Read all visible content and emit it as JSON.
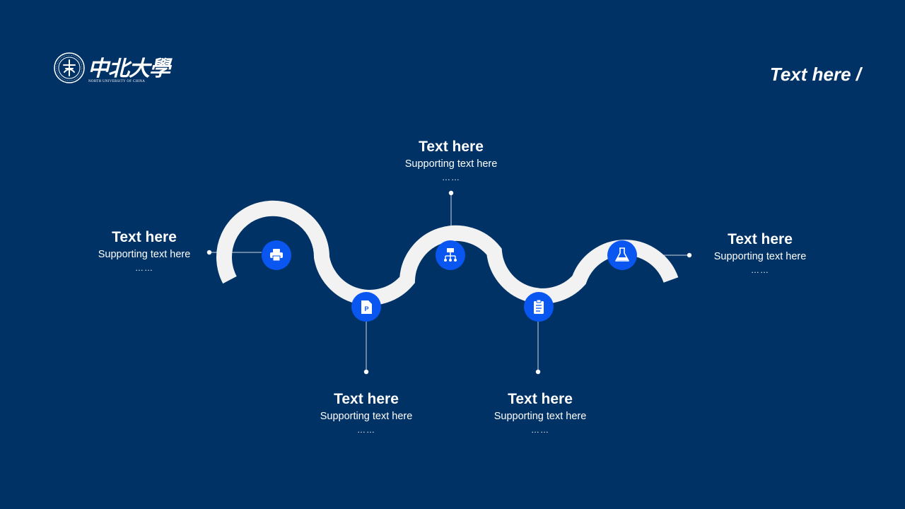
{
  "logo": {
    "chinese_name": "中北大學",
    "english_name": "NORTH UNIVERSITY OF CHINA"
  },
  "header": {
    "title": "Text here /"
  },
  "colors": {
    "background": "#003266",
    "wave": "#f2f2f2",
    "icon_circle": "#0a56f0",
    "connector": "#cfd6e2"
  },
  "steps": [
    {
      "title": "Text here",
      "subtitle": "Supporting text here",
      "ellipsis": "……",
      "icon": "printer-icon"
    },
    {
      "title": "Text here",
      "subtitle": "Supporting text here",
      "ellipsis": "……",
      "icon": "ppt-file-icon"
    },
    {
      "title": "Text here",
      "subtitle": "Supporting text here",
      "ellipsis": "……",
      "icon": "org-chart-icon"
    },
    {
      "title": "Text here",
      "subtitle": "Supporting text here",
      "ellipsis": "……",
      "icon": "clipboard-icon"
    },
    {
      "title": "Text here",
      "subtitle": "Supporting text here",
      "ellipsis": "……",
      "icon": "flask-icon"
    }
  ]
}
